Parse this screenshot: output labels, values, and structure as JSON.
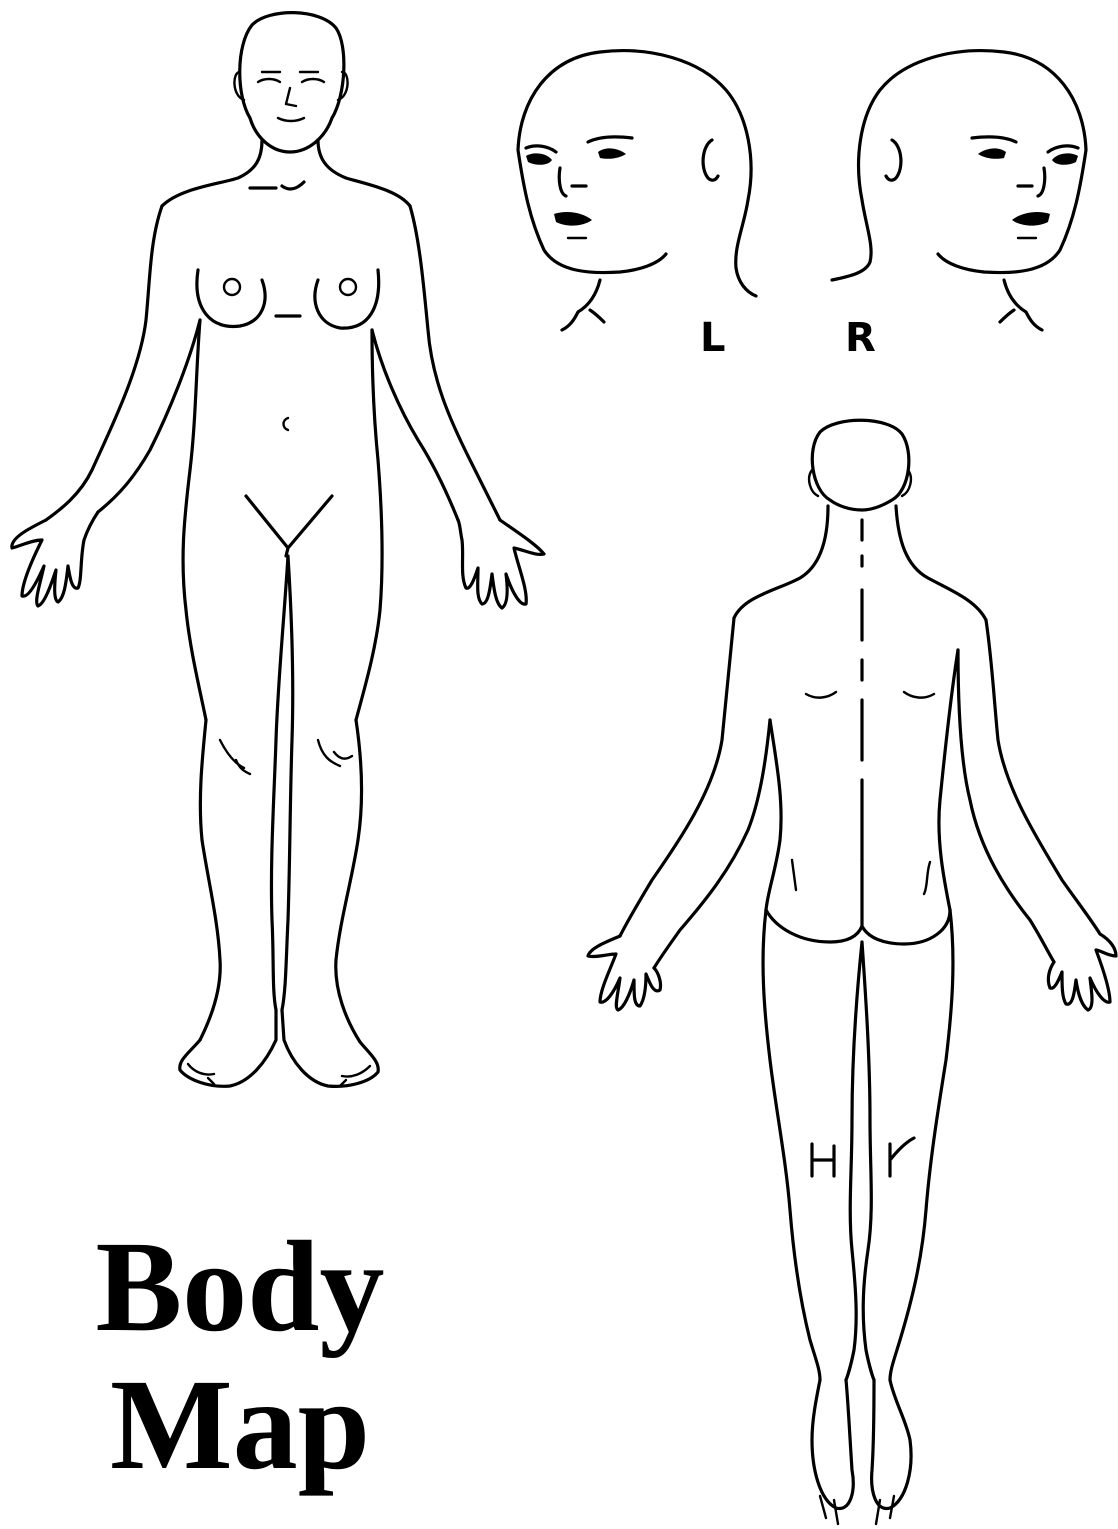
{
  "title": {
    "line1": "Body",
    "line2": "Map"
  },
  "head_views": {
    "left_label": "L",
    "right_label": "R"
  },
  "figures": [
    "body-front-figure",
    "head-left-profile",
    "head-right-profile",
    "body-back-figure"
  ],
  "colors": {
    "ink": "#000000",
    "paper": "#ffffff"
  }
}
